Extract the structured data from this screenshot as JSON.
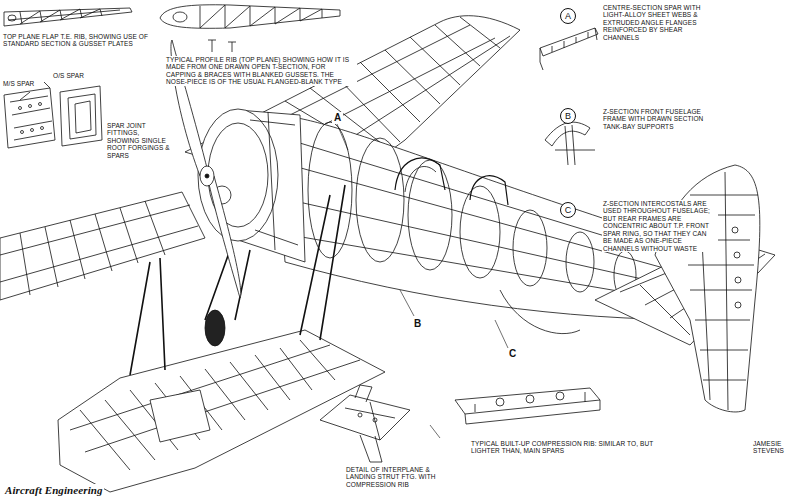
{
  "diagram": {
    "caption": "Aircraft Engineering",
    "nodes": [
      {
        "text": [
          "A"
        ]
      },
      {
        "text": [
          "B"
        ]
      },
      {
        "text": [
          "C"
        ]
      }
    ],
    "labels": [
      "TOP PLANE FLAP T.E. RIB, SHOWING USE OF STANDARD SECTION & GUSSET PLATES",
      "TYPICAL PROFILE RIB (TOP PLANE) SHOWING HOW IT IS MADE FROM ONE DRAWN OPEN T-SECTION, FOR CAPPING & BRACES WITH BLANKED GUSSETS. THE NOSE-PIECE IS OF THE USUAL FLANGED-BLANK TYPE",
      "O/S SPAR",
      "M/S SPAR",
      "SPAR JOINT FITTINGS, SHOWING SINGLE ROOT FORGINGS & SPARS",
      "A",
      "B",
      "C",
      "CENTRE-SECTION SPAR WITH LIGHT-ALLOY SHEET WEBS & EXTRUDED ANGLE FLANGES REINFORCED BY SHEAR CHANNELS",
      "Z-SECTION FRONT FUSELAGE FRAME WITH DRAWN SECTION TANK-BAY SUPPORTS",
      "Z-SECTION INTERCOSTALS ARE USED THROUGHOUT FUSELAGE; BUT REAR FRAMES ARE CONCENTRIC ABOUT T.P. FRONT SPAR RING, SO THAT THEY CAN BE MADE AS ONE-PIECE CHANNELS WITHOUT WASTE",
      "DETAIL OF INTERPLANE & LANDING STRUT FTG. WITH COMPRESSION RIB",
      "TYPICAL BUILT-UP COMPRESSION RIB: SIMILAR TO, BUT LIGHTER THAN, MAIN SPARS",
      "JAMESIE STEVENS"
    ]
  }
}
